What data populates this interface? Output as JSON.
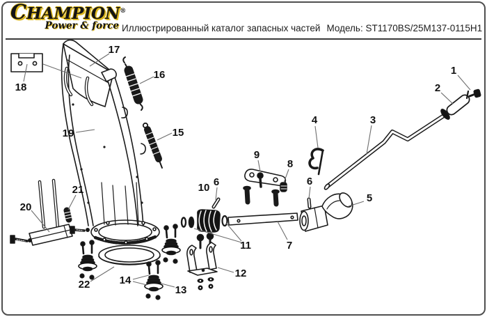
{
  "header": {
    "brand": "CHAMPION",
    "brand_mark": "®",
    "brand_tagline": "Power & force",
    "catalog_title": "Иллюстрированный каталог запасных частей",
    "model_label": "Модель:",
    "model_value": "ST1170BS/25M137-0115H1"
  },
  "colors": {
    "brand_gold": "#dcb71c",
    "ink": "#1a1a1a",
    "leader_gray": "#6e6e6e",
    "frame_gray": "#4f4f4f"
  },
  "diagram": {
    "labels": {
      "1": "1",
      "2": "2",
      "3": "3",
      "4": "4",
      "5": "5",
      "6": "6",
      "7": "7",
      "8": "8",
      "9": "9",
      "10": "10",
      "11": "11",
      "12": "12",
      "13": "13",
      "14": "14",
      "15": "15",
      "16": "16",
      "17": "17",
      "18": "18",
      "19": "19",
      "20": "20",
      "21": "21",
      "22": "22"
    }
  }
}
